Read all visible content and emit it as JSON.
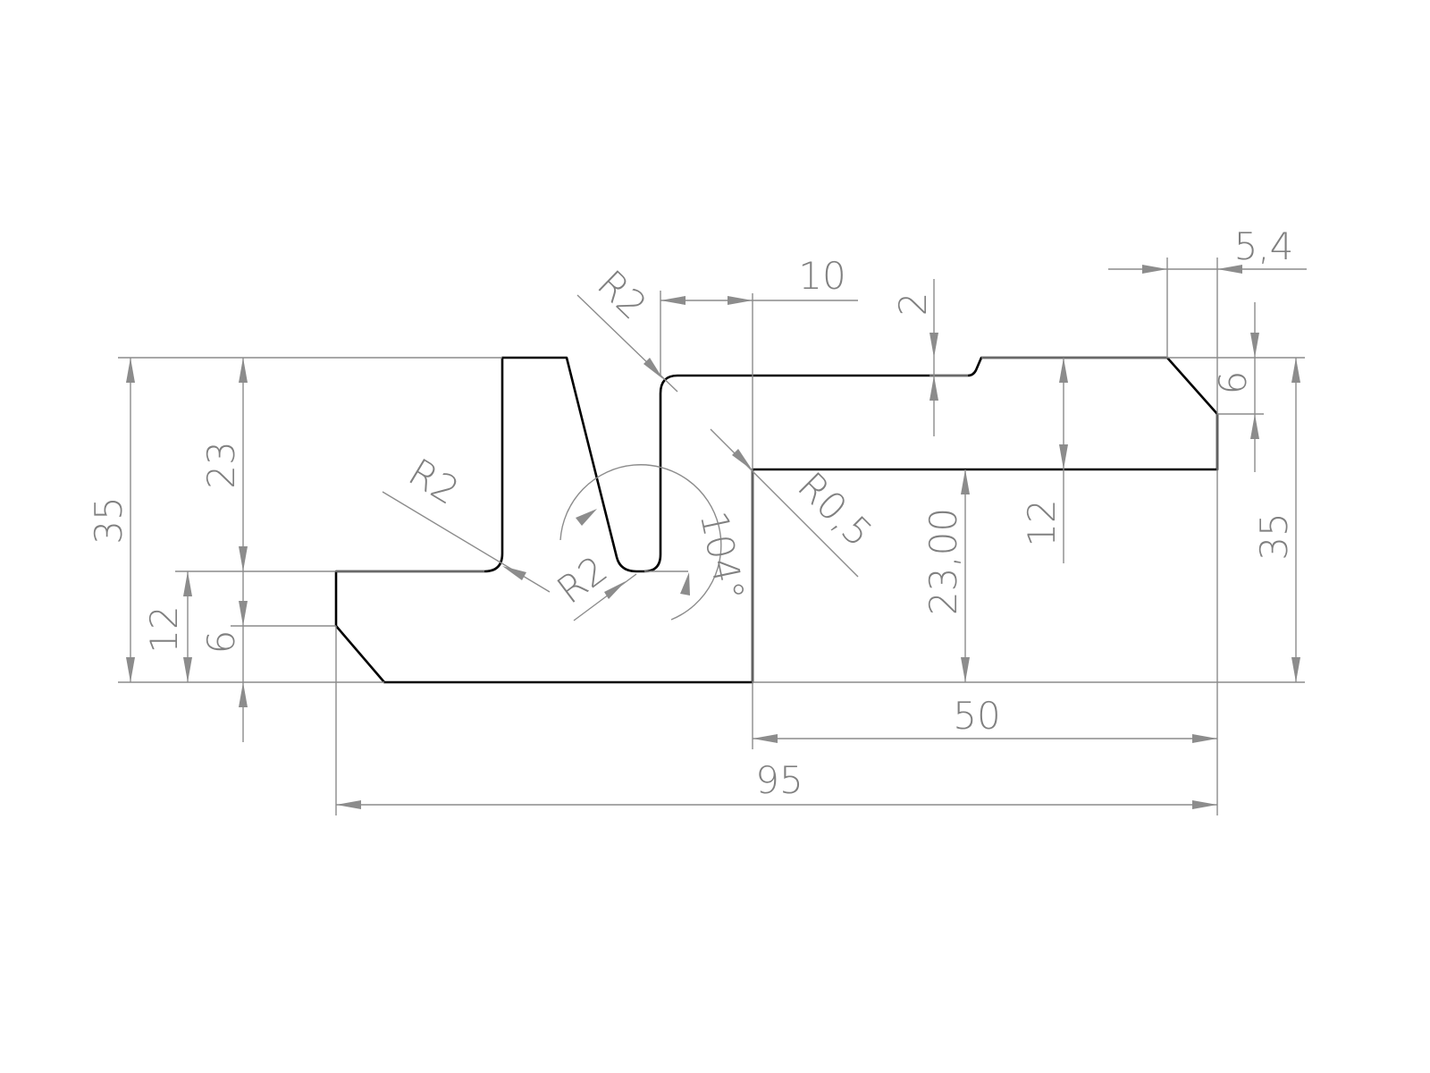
{
  "colors": {
    "background": "#ffffff",
    "outline": "#000000",
    "dimension": "#8c8c8c",
    "text": "#808080"
  },
  "dimensions": {
    "height_left_total": "35",
    "height_left_upper": "23",
    "height_left_step": "12",
    "height_left_chamfer": "6",
    "fillet_inner_left": "R2",
    "fillet_groove_bottom": "R2",
    "fillet_top_left": "R2",
    "angle_groove": "104°",
    "fillet_step": "R0,5",
    "width_groove_offset": "10",
    "step_top": "2",
    "chamfer_width": "5,4",
    "chamfer_height": "6",
    "thickness_right": "12",
    "height_right_step": "23,00",
    "height_right_total": "35",
    "width_right": "50",
    "width_total": "95"
  }
}
